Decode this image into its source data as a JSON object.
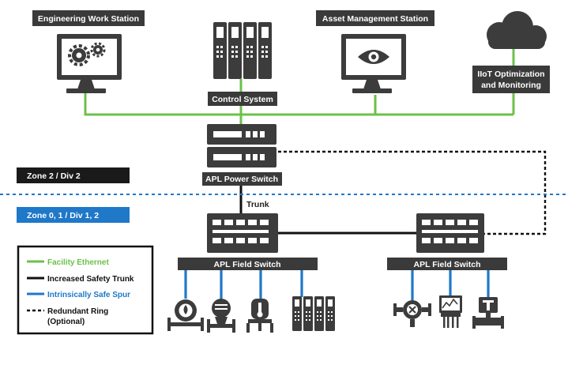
{
  "nodes": {
    "engineering_station": "Engineering Work Station",
    "control_system": "Control System",
    "asset_management": "Asset Management Station",
    "iiot_line1": "IIoT Optimization",
    "iiot_line2": "and Monitoring",
    "power_switch": "APL Power Switch",
    "trunk": "Trunk",
    "field_switch_left": "APL Field Switch",
    "field_switch_right": "APL Field Switch"
  },
  "zones": {
    "upper": "Zone 2 / Div 2",
    "lower": "Zone 0, 1 / Div 1, 2"
  },
  "legend": [
    {
      "label": "Facility Ethernet",
      "color": "#6cc04a",
      "style": "solid"
    },
    {
      "label": "Increased Safety Trunk",
      "color": "#111111",
      "style": "solid"
    },
    {
      "label": "Intrinsically Safe Spur",
      "color": "#1f78c8",
      "style": "solid"
    },
    {
      "label": "Redundant Ring",
      "color": "#111111",
      "style": "dashed"
    }
  ],
  "legend_optional": "(Optional)",
  "colors": {
    "ethernet": "#6cc04a",
    "trunk": "#111111",
    "spur": "#1f78c8",
    "label_bg": "#3a3a3a",
    "zone_upper_bg": "#1a1a1a",
    "zone_lower_bg": "#1f78c8",
    "device": "#3c3c3c"
  },
  "icons": {
    "engineering_station": "monitor-gears-icon",
    "asset_management": "monitor-eye-icon",
    "iiot": "cloud-icon",
    "control_system": "controller-rack-icon",
    "instruments": [
      "flow-meter-icon",
      "pressure-transmitter-icon",
      "temperature-transmitter-icon",
      "io-rack-icon",
      "valve-actuator-icon",
      "analyzer-icon",
      "positioner-icon"
    ]
  }
}
